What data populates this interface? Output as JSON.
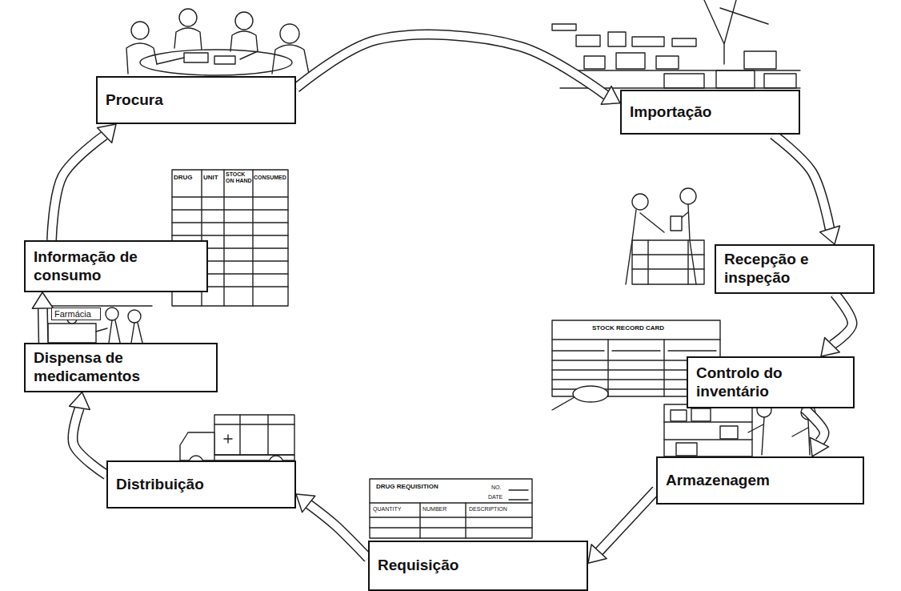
{
  "diagram": {
    "nodes": [
      {
        "text": [
          "Procura"
        ]
      },
      {
        "text": [
          "Importação"
        ]
      },
      {
        "text": [
          "Recepção e inspeção"
        ]
      },
      {
        "text": [
          "Controlo do inventário"
        ]
      },
      {
        "text": [
          "Armazenagem"
        ]
      },
      {
        "text": [
          "Requisição"
        ]
      },
      {
        "text": [
          "Distribuição"
        ]
      },
      {
        "text": [
          "Dispensa de medicamentos"
        ]
      },
      {
        "text": [
          "Informação de consumo"
        ]
      }
    ],
    "edges": [
      {
        "from": 0,
        "to": 1,
        "arrow": "to"
      },
      {
        "from": 1,
        "to": 2,
        "arrow": "to"
      },
      {
        "from": 2,
        "to": 3,
        "arrow": "to"
      },
      {
        "from": 3,
        "to": 4,
        "arrow": "to"
      },
      {
        "from": 4,
        "to": 5,
        "arrow": "to"
      },
      {
        "from": 5,
        "to": 6,
        "arrow": "to"
      },
      {
        "from": 6,
        "to": 7,
        "arrow": "to"
      },
      {
        "from": 7,
        "to": 8,
        "arrow": "to"
      },
      {
        "from": 8,
        "to": 0,
        "arrow": "to"
      }
    ],
    "labels": [
      "DRUG",
      "UNIT",
      "STOCK ON HAND",
      "CONSUMED",
      "Farmácia",
      "STOCK RECORD CARD",
      "DRUG REQUISITION",
      "NO.",
      "DATE",
      "QUANTITY",
      "NUMBER",
      "DESCRIPTION"
    ]
  }
}
